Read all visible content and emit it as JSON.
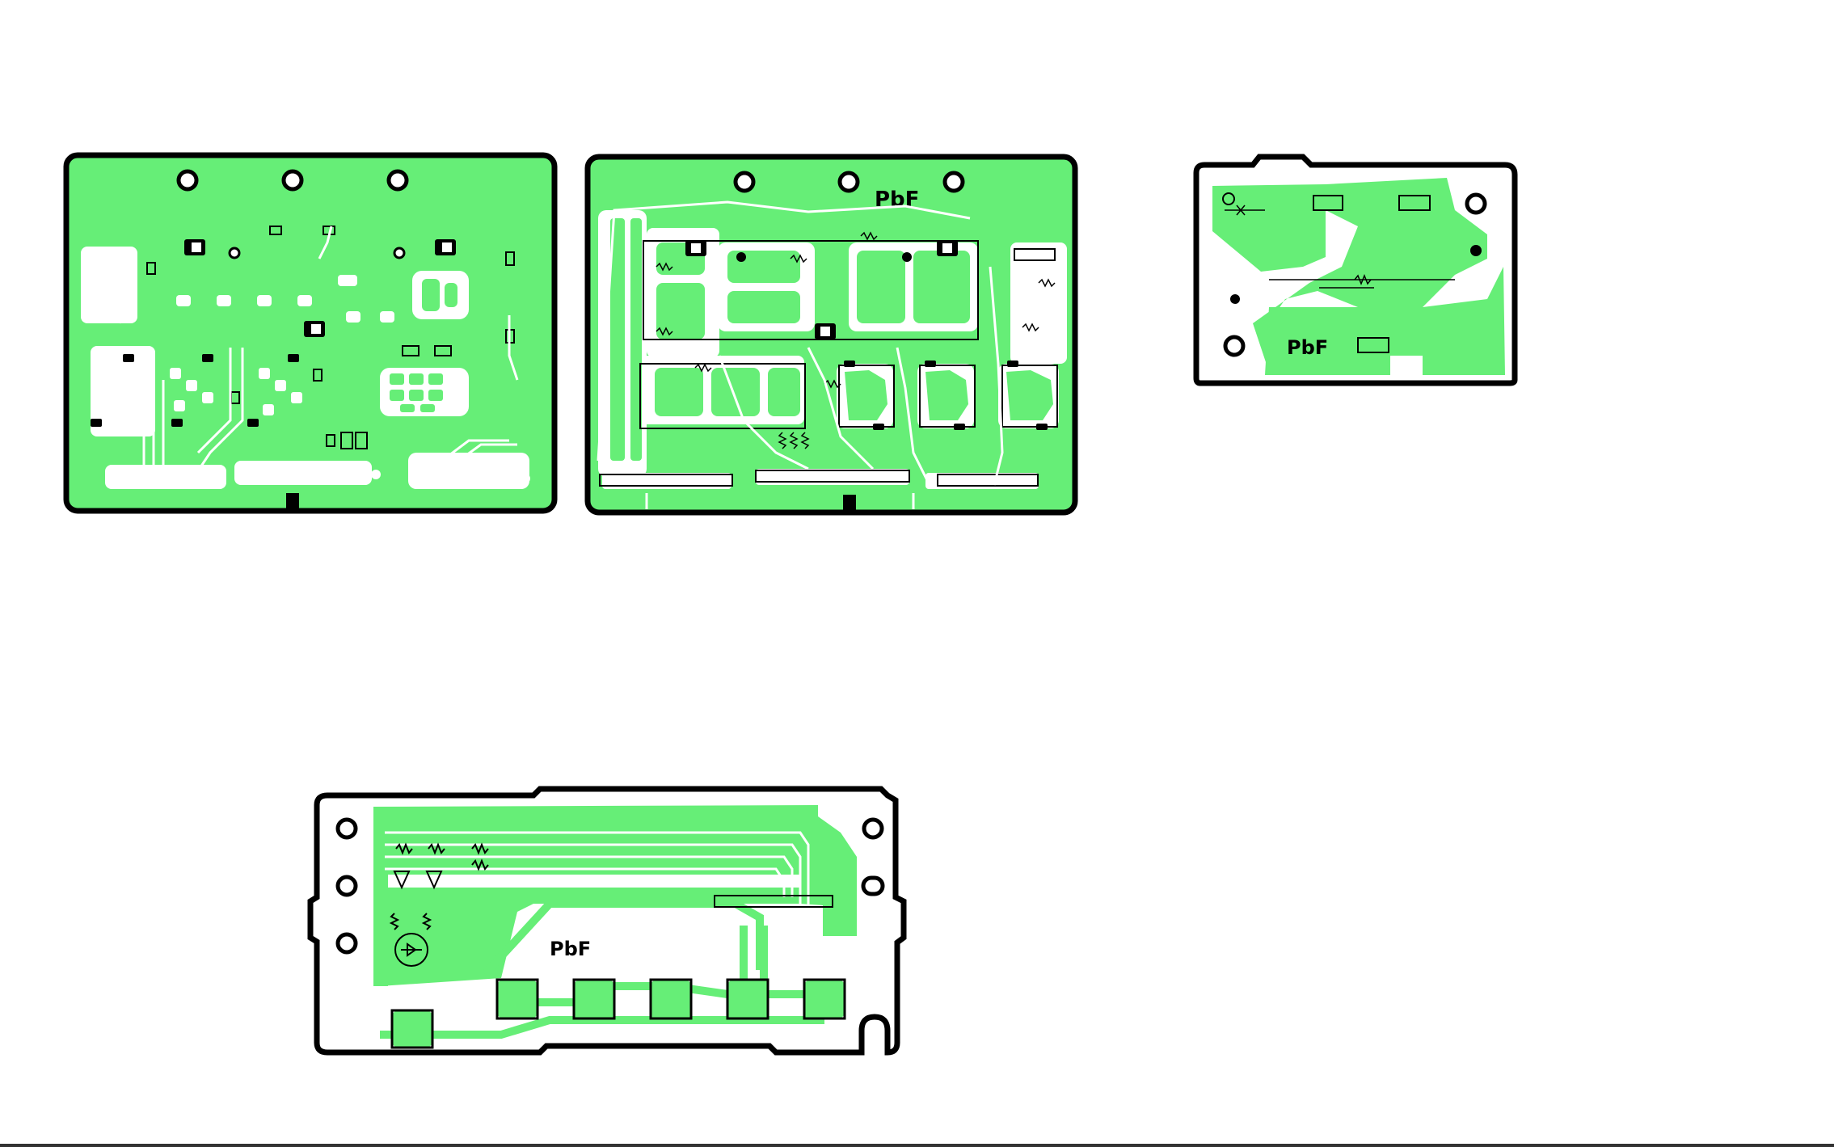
{
  "colors": {
    "copper": "#66ee77",
    "outline": "#000000",
    "background": "#ffffff"
  },
  "boards": {
    "board1": {
      "marking": ""
    },
    "board2": {
      "marking": "PbF"
    },
    "board3": {
      "marking": "PbF"
    },
    "board4": {
      "marking": "PbF"
    }
  }
}
